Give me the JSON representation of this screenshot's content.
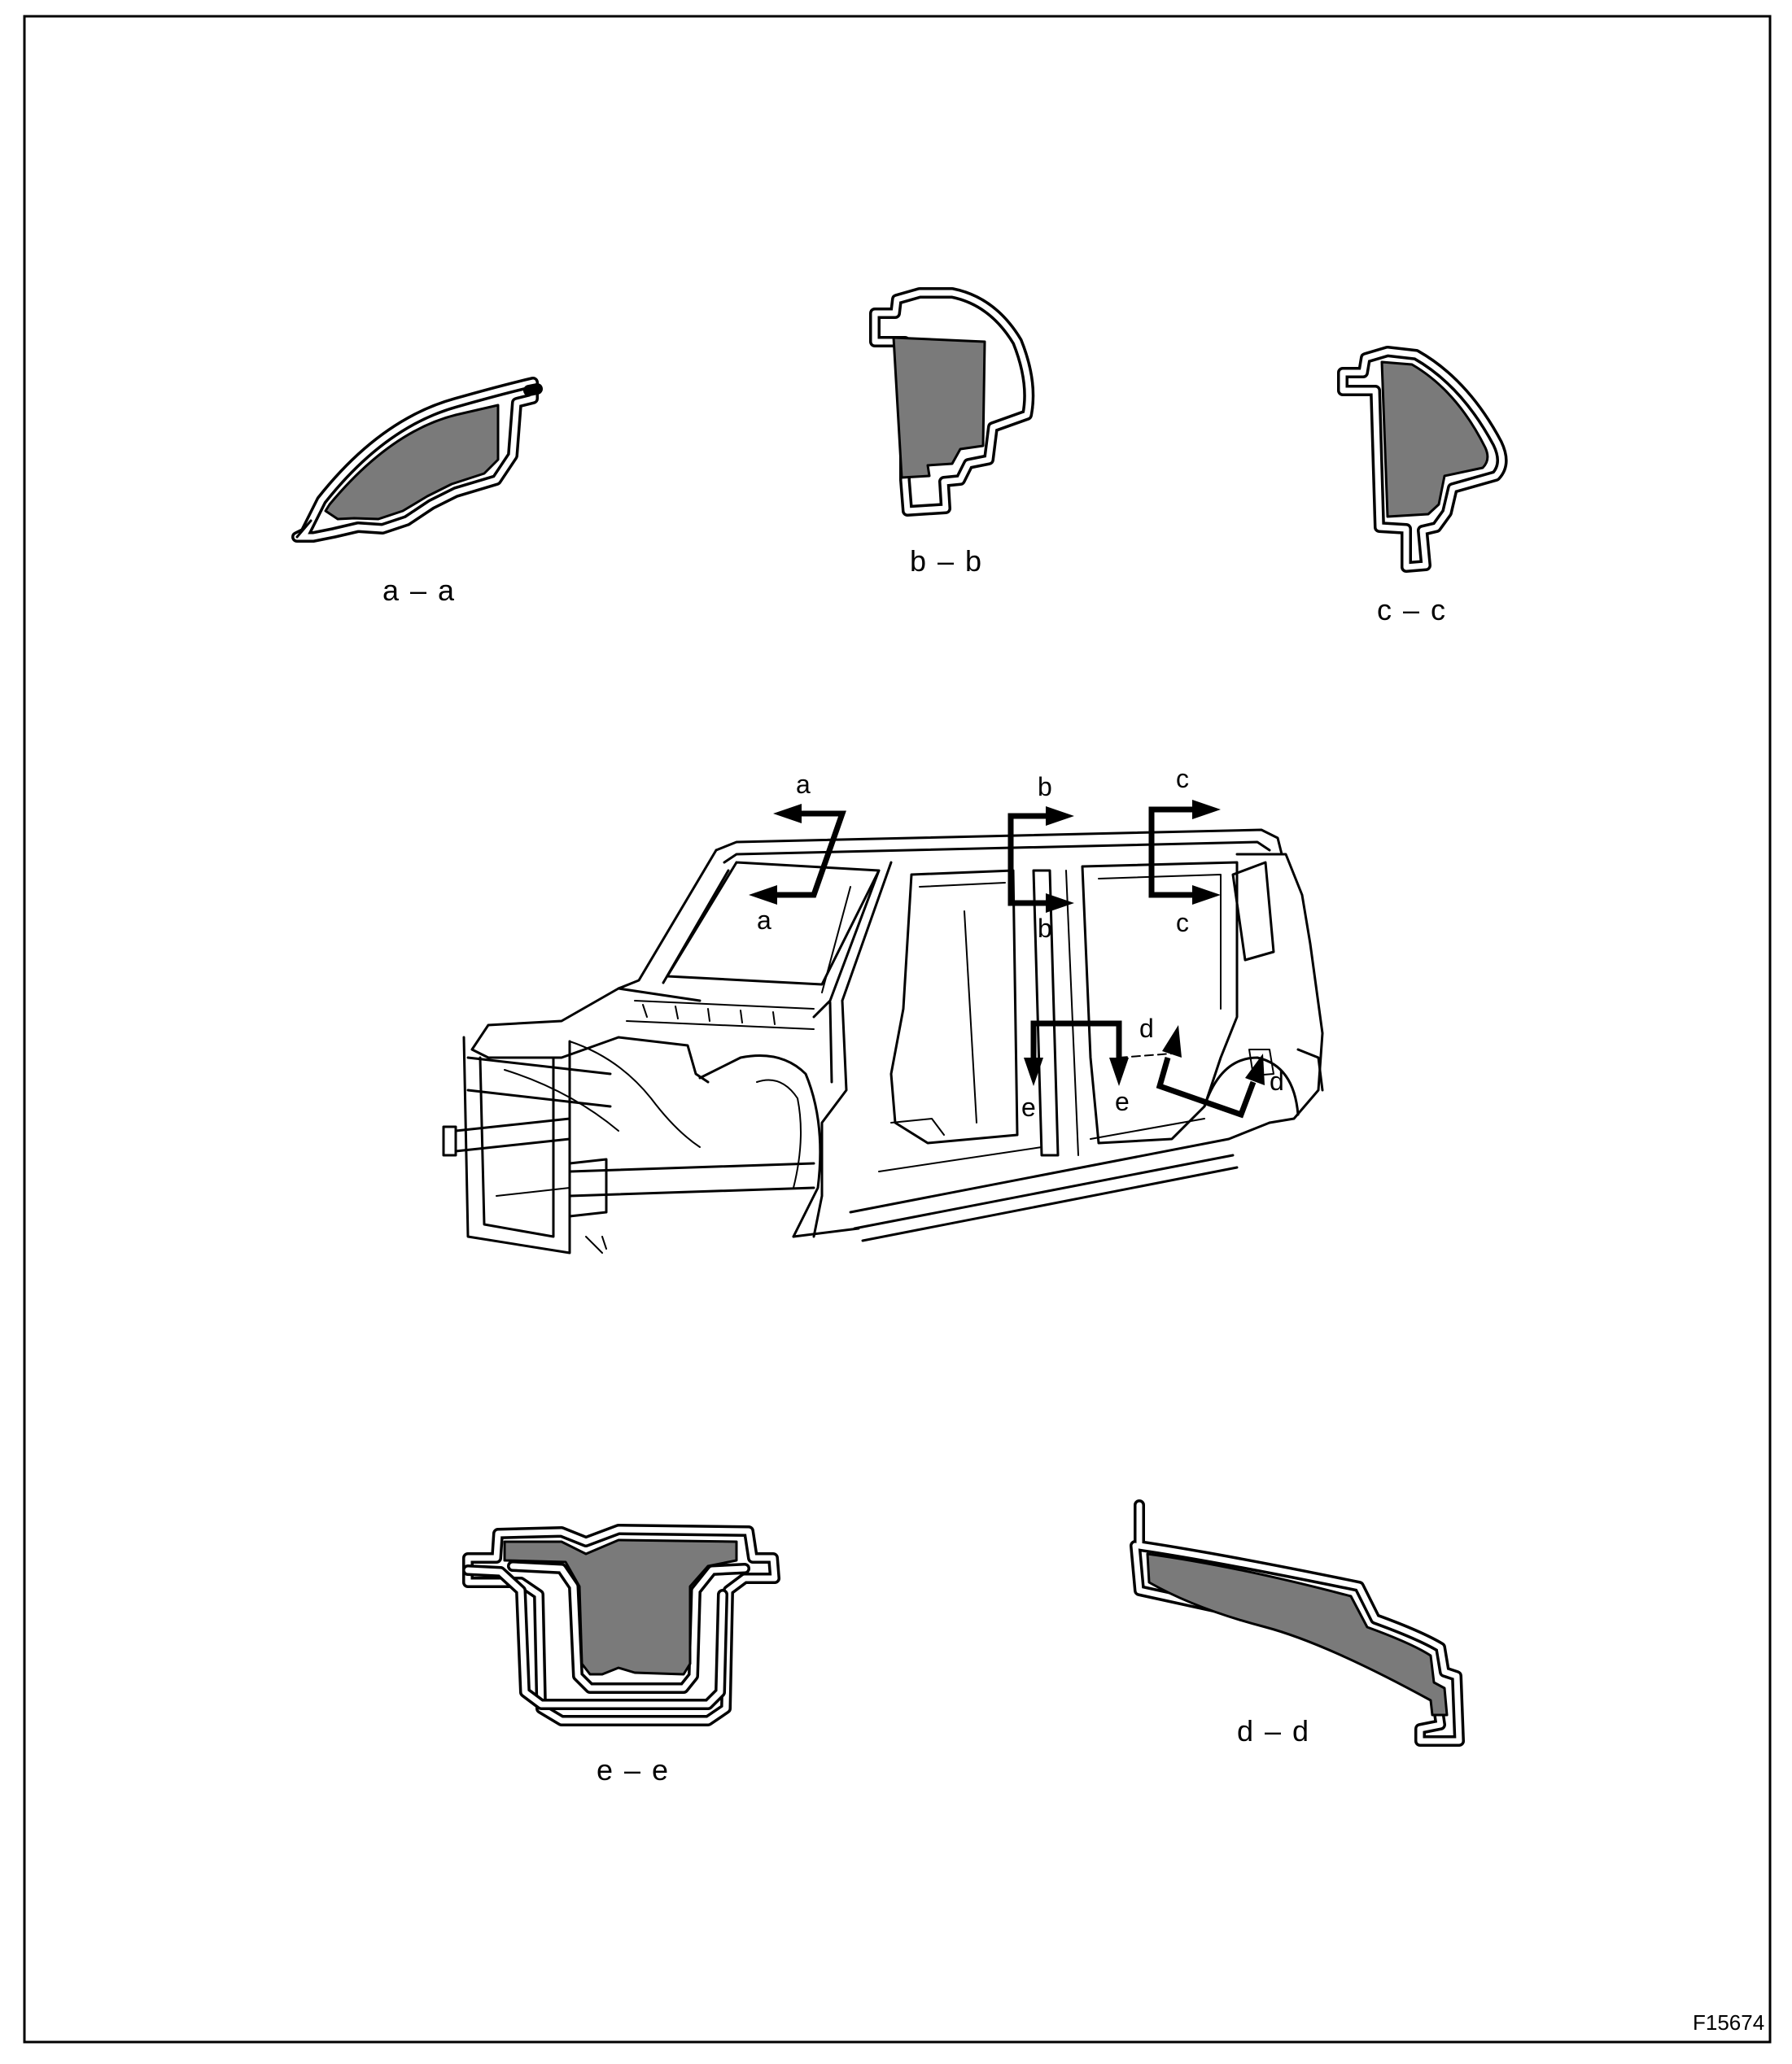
{
  "figure_code": "F15674",
  "section_labels": {
    "aa": "a – a",
    "bb": "b – b",
    "cc": "c – c",
    "dd": "d – d",
    "ee": "e – e"
  },
  "cut_markers": {
    "a_top": "a",
    "a_bottom": "a",
    "b_top": "b",
    "b_bottom": "b",
    "c_top": "c",
    "c_bottom": "c",
    "d_top": "d",
    "d_bottom": "d",
    "e_left": "e",
    "e_right": "e"
  },
  "colors": {
    "line": "#000000",
    "fill": "#7a7a7a",
    "background": "#ffffff"
  }
}
